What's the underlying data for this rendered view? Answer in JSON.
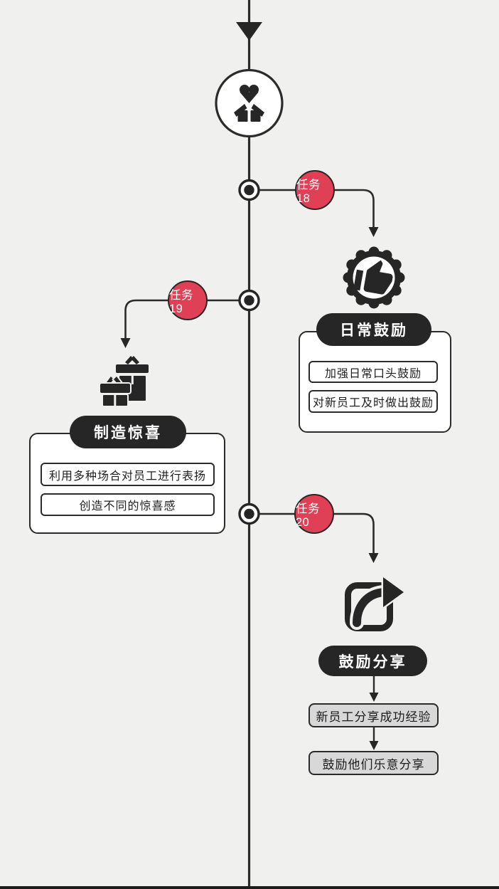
{
  "palette": {
    "background": "#f0f0ee",
    "ink": "#2b2b2b",
    "accent_red": "#df4056",
    "pill_dark": "#262626",
    "gray_box": "#d8d8d8",
    "white": "#ffffff"
  },
  "start": {
    "icon": "care-package-icon"
  },
  "tasks": [
    {
      "badge": "任务18",
      "title": "日常鼓励",
      "icon": "thumbs-up-badge-icon",
      "items": [
        "加强日常口头鼓励",
        "对新员工及时做出鼓励"
      ]
    },
    {
      "badge": "任务19",
      "title": "制造惊喜",
      "icon": "gift-boxes-icon",
      "items": [
        "利用多种场合对员工进行表扬",
        "创造不同的惊喜感"
      ]
    },
    {
      "badge": "任务20",
      "title": "鼓励分享",
      "icon": "share-forward-icon",
      "items": [
        "新员工分享成功经验",
        "鼓励他们乐意分享"
      ]
    }
  ]
}
